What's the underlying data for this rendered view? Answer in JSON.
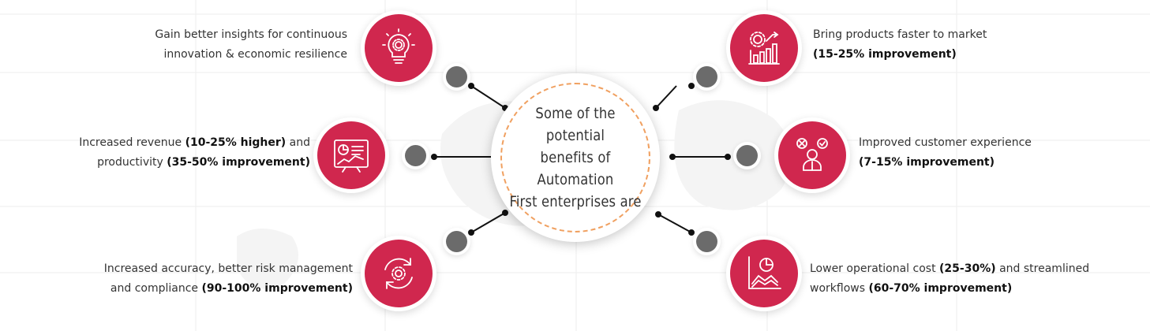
{
  "center": {
    "lines": [
      "Some of the potential",
      "benefits of Automation",
      "First enterprises are"
    ]
  },
  "benefits": [
    {
      "icon": "lightbulb-gear-icon",
      "line1": "Gain better insights for continuous",
      "line2": "innovation & economic resilience"
    },
    {
      "icon": "chart-gear-icon",
      "line1": "Bring products faster to market",
      "line2_bold": "(15-25% improvement)"
    },
    {
      "icon": "presentation-chart-icon",
      "line1_pre": "Increased revenue ",
      "line1_bold": "(10-25% higher)",
      "line1_post": " and",
      "line2_pre": "productivity ",
      "line2_bold": "(35-50% improvement)"
    },
    {
      "icon": "customer-feedback-icon",
      "line1": "Improved customer experience",
      "line2_bold": "(7-15% improvement)"
    },
    {
      "icon": "cycle-gear-icon",
      "line1": "Increased accuracy, better risk management",
      "line2_pre": "and compliance ",
      "line2_bold": "(90-100% improvement)"
    },
    {
      "icon": "cost-chart-icon",
      "line1_pre": "Lower operational cost ",
      "line1_bold": "(25-30%)",
      "line1_post": " and streamlined",
      "line2_pre": "workflows ",
      "line2_bold": "(60-70% improvement)"
    }
  ],
  "colors": {
    "accent": "#d0274e",
    "node": "#6b6b6b",
    "ring": "#f0a060"
  }
}
